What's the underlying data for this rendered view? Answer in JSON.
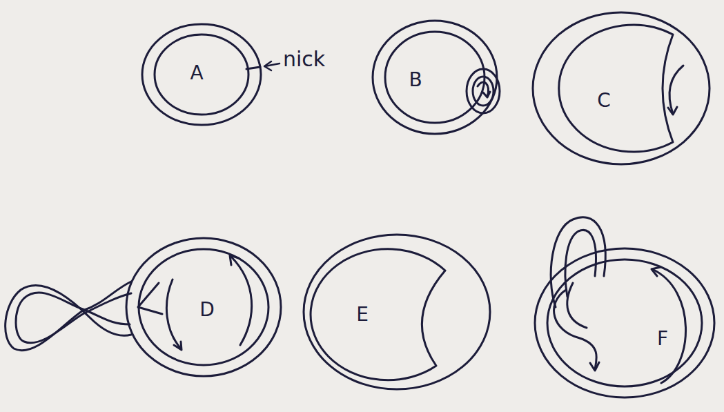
{
  "diagram": {
    "nodes": [
      {
        "text": [
          "A"
        ]
      },
      {
        "text": [
          "B"
        ]
      },
      {
        "text": [
          "C"
        ]
      },
      {
        "text": [
          "D"
        ]
      },
      {
        "text": [
          "E"
        ]
      },
      {
        "text": [
          "F"
        ]
      }
    ],
    "labels": [
      "nick"
    ]
  }
}
